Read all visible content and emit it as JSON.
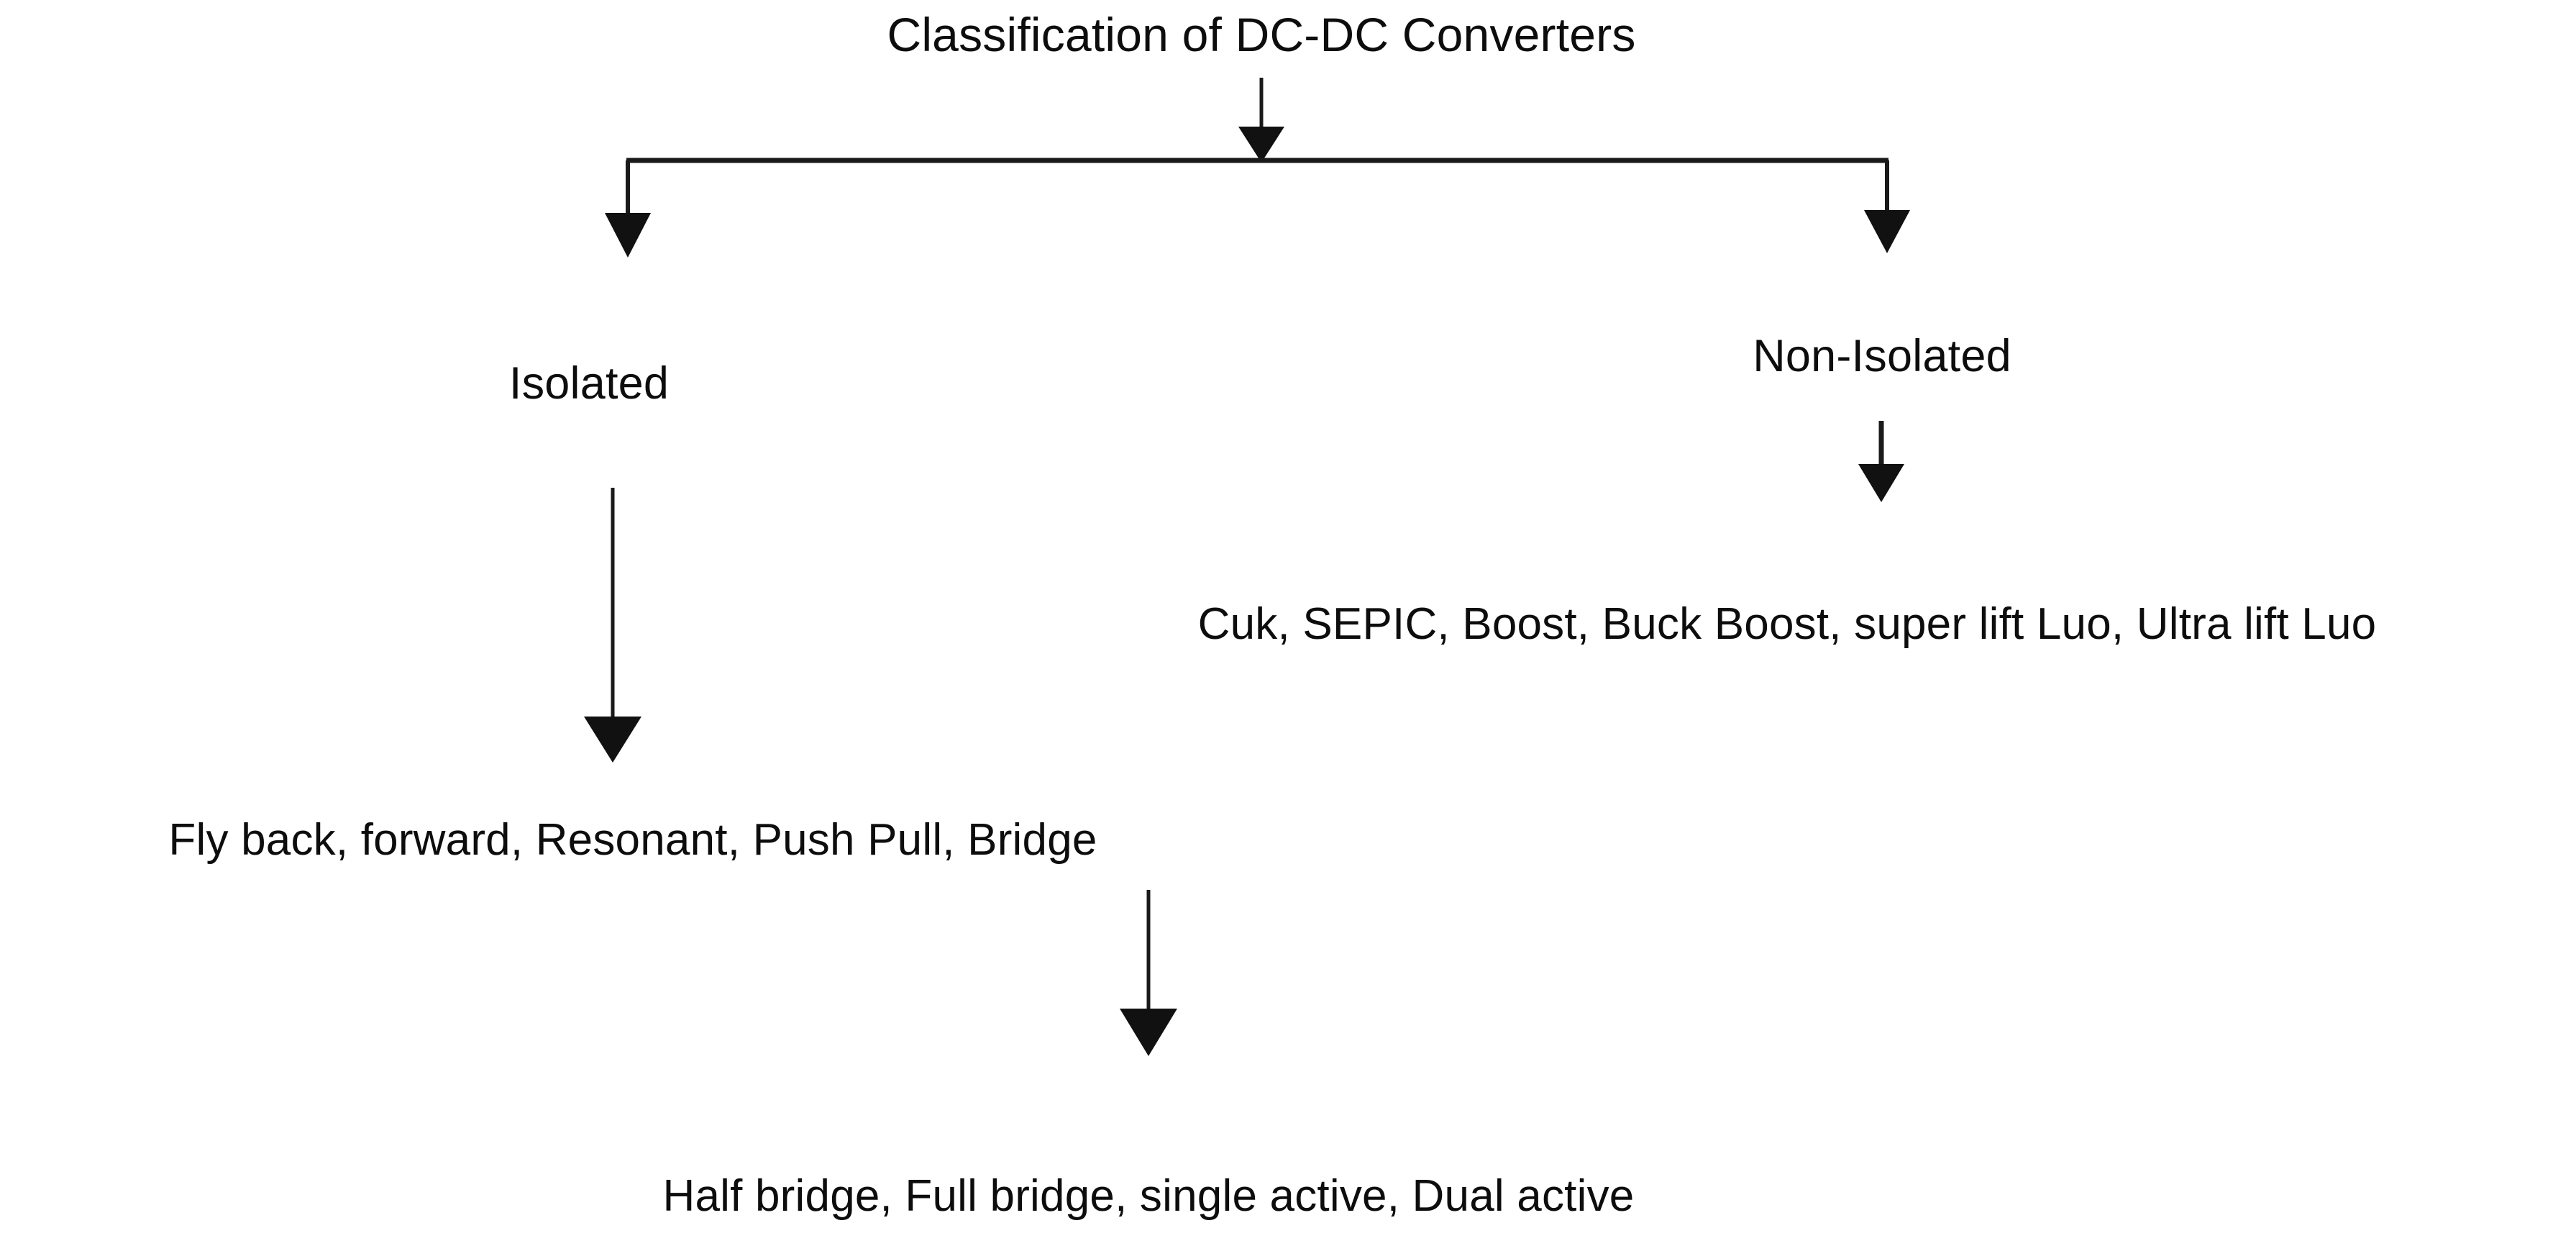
{
  "diagram": {
    "title": "Classification of DC-DC Converters",
    "background_color": "#ffffff",
    "line_color": "#1a1a1a",
    "text_color": "#0d0d0d",
    "nodes": {
      "root": "Classification of DC-DC Converters",
      "isolated": "Isolated",
      "non_isolated": "Non-Isolated",
      "non_isolated_types": "Cuk, SEPIC, Boost, Buck Boost, super lift Luo, Ultra lift Luo",
      "isolated_types": "Fly back, forward, Resonant, Push Pull, Bridge",
      "bridge_types": "Half bridge, Full bridge, single active, Dual active"
    },
    "edges": [
      {
        "name": "root-to-split",
        "from": "root",
        "to": "split-bar"
      },
      {
        "name": "split-to-isolated",
        "from": "split-bar",
        "to": "isolated"
      },
      {
        "name": "split-to-non-isolated",
        "from": "split-bar",
        "to": "non_isolated"
      },
      {
        "name": "non-isolated-to-types",
        "from": "non_isolated",
        "to": "non_isolated_types"
      },
      {
        "name": "isolated-to-types",
        "from": "isolated",
        "to": "isolated_types"
      },
      {
        "name": "isolated-types-to-bridge-types",
        "from": "isolated_types",
        "to": "bridge_types"
      }
    ]
  }
}
